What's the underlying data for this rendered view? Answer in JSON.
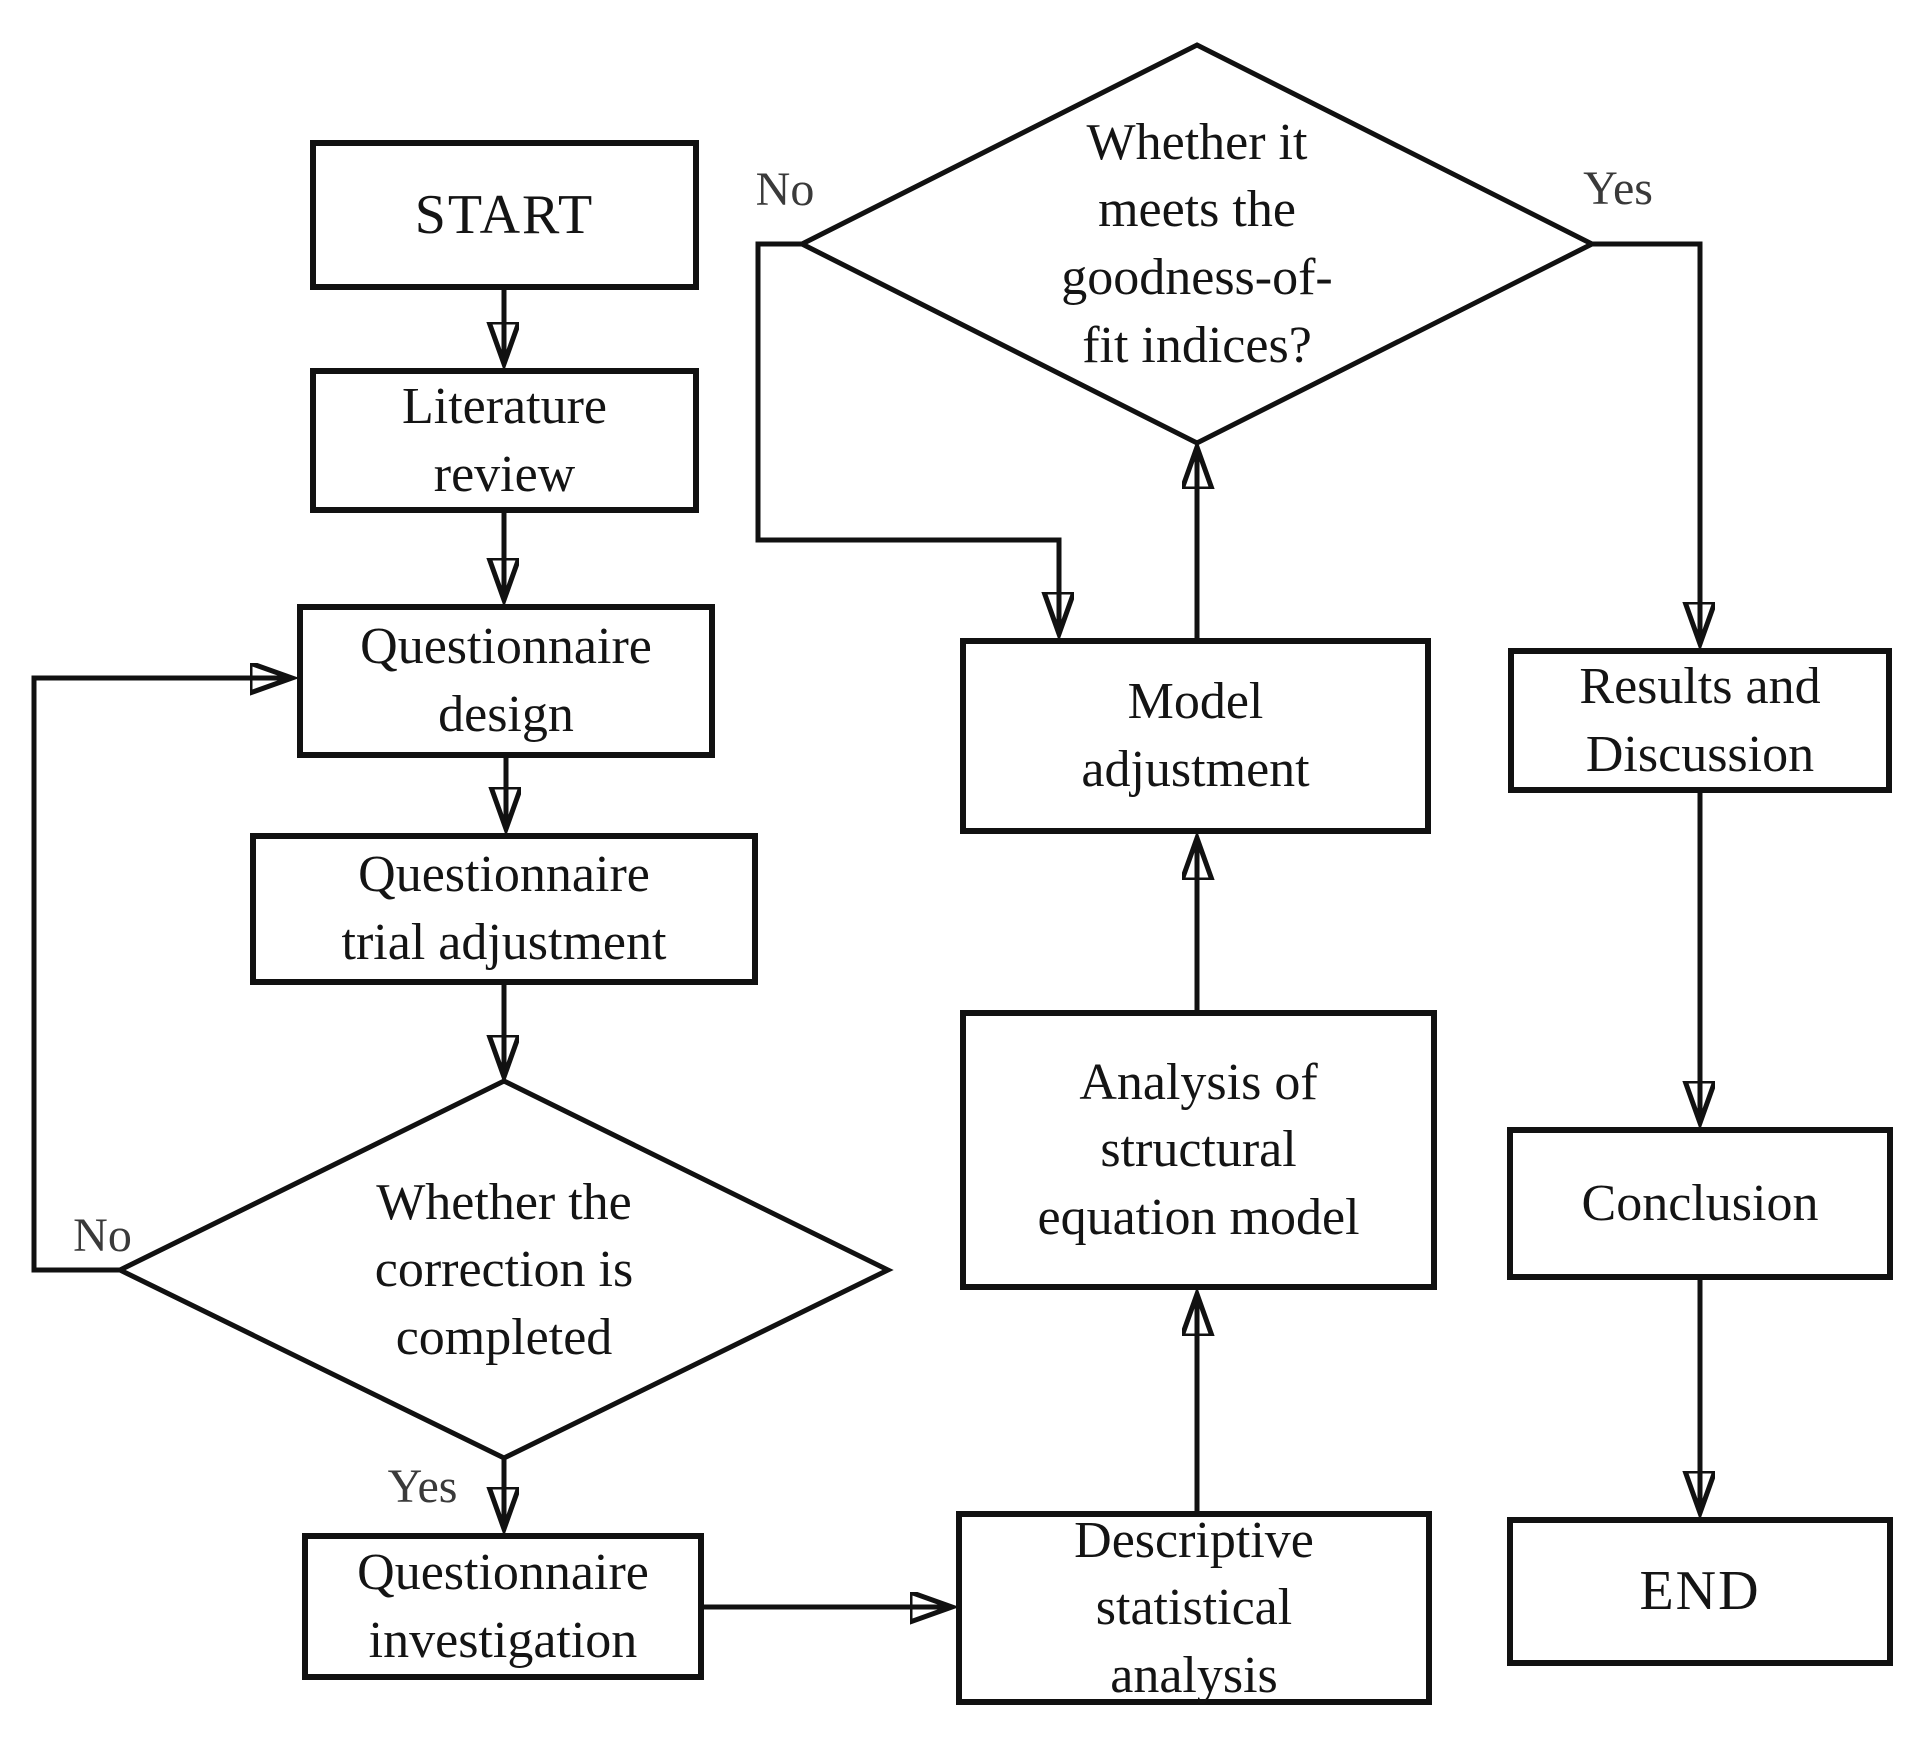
{
  "diagram_type": "flowchart",
  "colors": {
    "line": "#111111",
    "background": "#ffffff",
    "node_text": "#141414",
    "edge_label_text": "#3a3a3a"
  },
  "nodes": {
    "start": {
      "label": "START",
      "shape": "rectangle"
    },
    "literature_review": {
      "label": "Literature\nreview",
      "shape": "rectangle"
    },
    "questionnaire_design": {
      "label": "Questionnaire\ndesign",
      "shape": "rectangle"
    },
    "questionnaire_trial_adjustment": {
      "label": "Questionnaire\ntrial adjustment",
      "shape": "rectangle"
    },
    "correction_decision": {
      "label": "Whether the\ncorrection is\ncompleted",
      "shape": "diamond"
    },
    "questionnaire_investigation": {
      "label": "Questionnaire\ninvestigation",
      "shape": "rectangle"
    },
    "descriptive_statistical_analysis": {
      "label": "Descriptive\nstatistical\nanalysis",
      "shape": "rectangle"
    },
    "analysis_structural_equation_model": {
      "label": "Analysis of\nstructural\nequation model",
      "shape": "rectangle"
    },
    "model_adjustment": {
      "label": "Model\nadjustment",
      "shape": "rectangle"
    },
    "goodness_of_fit_decision": {
      "label": "Whether it\nmeets the\ngoodness-of-\nfit  indices?",
      "shape": "diamond"
    },
    "results_and_discussion": {
      "label": "Results and\nDiscussion",
      "shape": "rectangle"
    },
    "conclusion": {
      "label": "Conclusion",
      "shape": "rectangle"
    },
    "end": {
      "label": "END",
      "shape": "rectangle"
    }
  },
  "edge_labels": {
    "correction_no": "No",
    "correction_yes": "Yes",
    "goodness_no": "No",
    "goodness_yes": "Yes"
  },
  "edges": [
    {
      "from": "start",
      "to": "literature_review",
      "label": ""
    },
    {
      "from": "literature_review",
      "to": "questionnaire_design",
      "label": ""
    },
    {
      "from": "questionnaire_design",
      "to": "questionnaire_trial_adjustment",
      "label": ""
    },
    {
      "from": "questionnaire_trial_adjustment",
      "to": "correction_decision",
      "label": ""
    },
    {
      "from": "correction_decision",
      "to": "questionnaire_investigation",
      "label": "Yes"
    },
    {
      "from": "correction_decision",
      "to": "questionnaire_design",
      "label": "No"
    },
    {
      "from": "questionnaire_investigation",
      "to": "descriptive_statistical_analysis",
      "label": ""
    },
    {
      "from": "descriptive_statistical_analysis",
      "to": "analysis_structural_equation_model",
      "label": ""
    },
    {
      "from": "analysis_structural_equation_model",
      "to": "model_adjustment",
      "label": ""
    },
    {
      "from": "model_adjustment",
      "to": "goodness_of_fit_decision",
      "label": ""
    },
    {
      "from": "goodness_of_fit_decision",
      "to": "model_adjustment",
      "label": "No"
    },
    {
      "from": "goodness_of_fit_decision",
      "to": "results_and_discussion",
      "label": "Yes"
    },
    {
      "from": "results_and_discussion",
      "to": "conclusion",
      "label": ""
    },
    {
      "from": "conclusion",
      "to": "end",
      "label": ""
    }
  ]
}
